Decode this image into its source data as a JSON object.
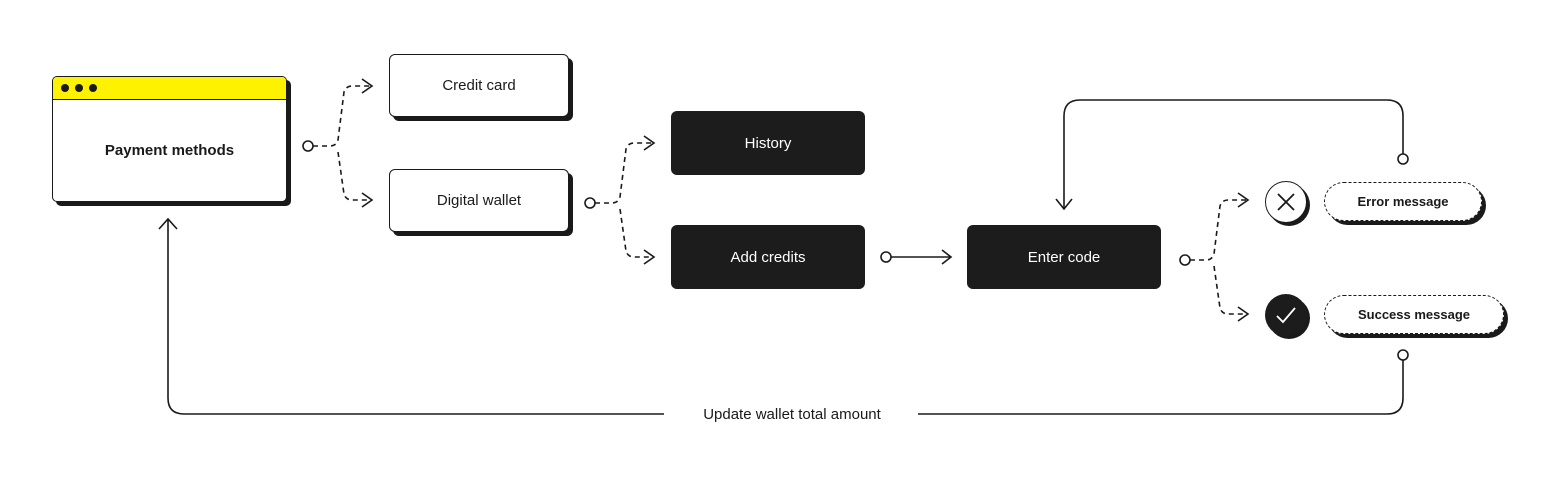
{
  "window": {
    "title": "Payment methods",
    "accent_color": "#FFF200",
    "dots": [
      "dot",
      "dot",
      "dot"
    ]
  },
  "nodes": {
    "credit_card": "Credit card",
    "digital_wallet": "Digital wallet",
    "history": "History",
    "add_credits": "Add credits",
    "enter_code": "Enter code",
    "error_message": "Error message",
    "success_message": "Success message"
  },
  "icons": {
    "error": "x-icon",
    "success": "check-icon"
  },
  "edges": {
    "bottom_loop_label": "Update wallet total amount"
  },
  "colors": {
    "dark_node": "#1C1C1C",
    "line": "#1A1A1A"
  }
}
